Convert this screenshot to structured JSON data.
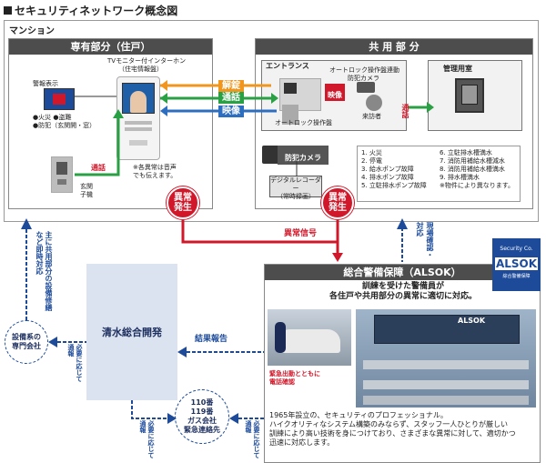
{
  "title": "セキュリティネットワーク概念図",
  "mansion_label": "マンション",
  "private_area": {
    "header": "専有部分（住戸）",
    "alarm_display_title": "警報表示",
    "alarm_items": [
      "●火災 ●盗難",
      "●防犯（玄関開・窓）"
    ],
    "intercom_title_1": "TVモニター付インターホン",
    "intercom_title_2": "（住宅情報盤）",
    "note_1": "※各異常は音声",
    "note_2": "でも伝えます。",
    "entrance_unit_1": "玄関",
    "entrance_unit_2": "子機",
    "call_label": "通話"
  },
  "common_area": {
    "header": "共 用 部 分",
    "entrance": "エントランス",
    "autolock_label_1": "オートロック操作盤連動",
    "autolock_label_2": "防犯カメラ",
    "video_label": "映像",
    "visitor": "来訪者",
    "autolock_panel": "オートロック操作盤",
    "call_label": "通話",
    "mgmt_room": "管理用室",
    "camera": "防犯カメラ",
    "recorder_1": "デジタルレコーダー",
    "recorder_2": "（常時録画）"
  },
  "monitor_list": {
    "left": [
      "1. 火災",
      "2. 停電",
      "3. 給水ポンプ故障",
      "4. 排水ポンプ故障",
      "5. 立駐排水ポンプ故障"
    ],
    "right": [
      "6. 立駐排水槽満水",
      "7. 消防用補給水槽減水",
      "8. 消防用補給水槽満水",
      "9. 排水槽満水"
    ],
    "note": "※物件により異なります。"
  },
  "signals": {
    "unlock": "解錠",
    "call": "通話",
    "video": "映像"
  },
  "abnormal": "異常発生",
  "abnormal_signal": "異常信号",
  "alsok": {
    "header": "総合警備保障（ALSOK）",
    "headline_1": "訓練を受けた警備員が",
    "headline_2": "各住戸や共用部分の異常に適切に対応。",
    "caption_1": "緊急出動とともに",
    "caption_2": "電話確認",
    "body_1": "1965年設立の、セキュリティのプロフェッショナル。",
    "body_2": "ハイクオリティなシステム構築のみならず、スタッフ一人ひとりが厳しい",
    "body_3": "訓練により高い技術を身につけており、さまざまな異常に対して、適切かつ",
    "body_4": "迅速に対応します。",
    "logo_top": "Security Co.",
    "logo": "ALSOK",
    "logo_bottom": "綜合警備保障",
    "screen_text": "ALSOK"
  },
  "shimizu": "清水総合開発",
  "result_report": "結果報告",
  "field_check": "現場確認・対応",
  "equipment_company_1": "設備系の",
  "equipment_company_2": "専門会社",
  "maintenance_note": "主に共用部分の設備修繕など即時対応",
  "contact_as_needed_1": "必要に応じて通報",
  "contact_as_needed_2": "必要に応じて通報",
  "contact_as_needed_3": "必要に応じて通報",
  "emergency": [
    "110番",
    "119番",
    "ガス会社",
    "緊急連絡先"
  ],
  "colors": {
    "orange": "#f0961e",
    "green": "#2aa044",
    "blue": "#2e6ec0",
    "red": "#d0182a",
    "dark_header": "#4d4d4d",
    "shimizu_bg": "#dbe2f0",
    "arrow_blue": "#1d4b9a"
  }
}
